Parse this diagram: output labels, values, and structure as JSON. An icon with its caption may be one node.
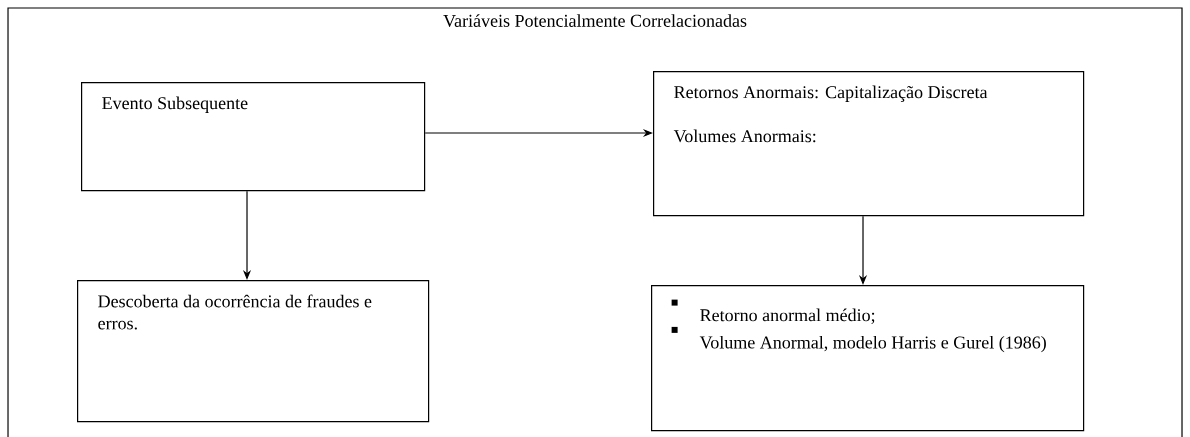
{
  "diagram": {
    "title": "Variáveis Potencialmente Correlacionadas",
    "nodes": [
      {
        "text": [
          "Evento Subsequente"
        ]
      },
      {
        "text": [
          "Retornos Anormais: Capitalização Discreta",
          "Volumes Anormais:"
        ]
      },
      {
        "text": [
          "Descoberta da ocorrência de fraudes e erros."
        ]
      },
      {
        "text": [
          "Retorno anormal médio;",
          "Volume Anormal, modelo Harris e Gurel (1986)"
        ]
      }
    ],
    "edges": [
      {
        "from": 0,
        "to": 1,
        "arrow": "to"
      },
      {
        "from": 0,
        "to": 2,
        "arrow": "to"
      },
      {
        "from": 1,
        "to": 3,
        "arrow": "to"
      }
    ]
  }
}
